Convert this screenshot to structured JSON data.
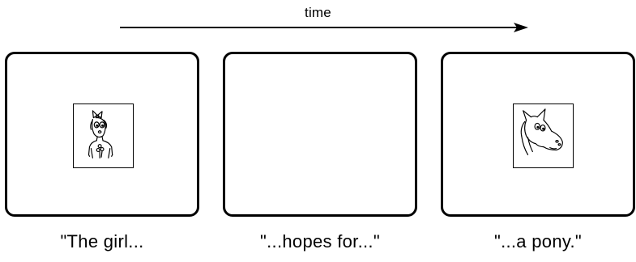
{
  "timeline": {
    "label": "time"
  },
  "panels": [
    {
      "caption": "\"The girl...",
      "picture": "girl-drawing"
    },
    {
      "caption": "\"...hopes for...\"",
      "picture": ""
    },
    {
      "caption": "\"...a pony.\"",
      "picture": "pony-drawing"
    }
  ]
}
